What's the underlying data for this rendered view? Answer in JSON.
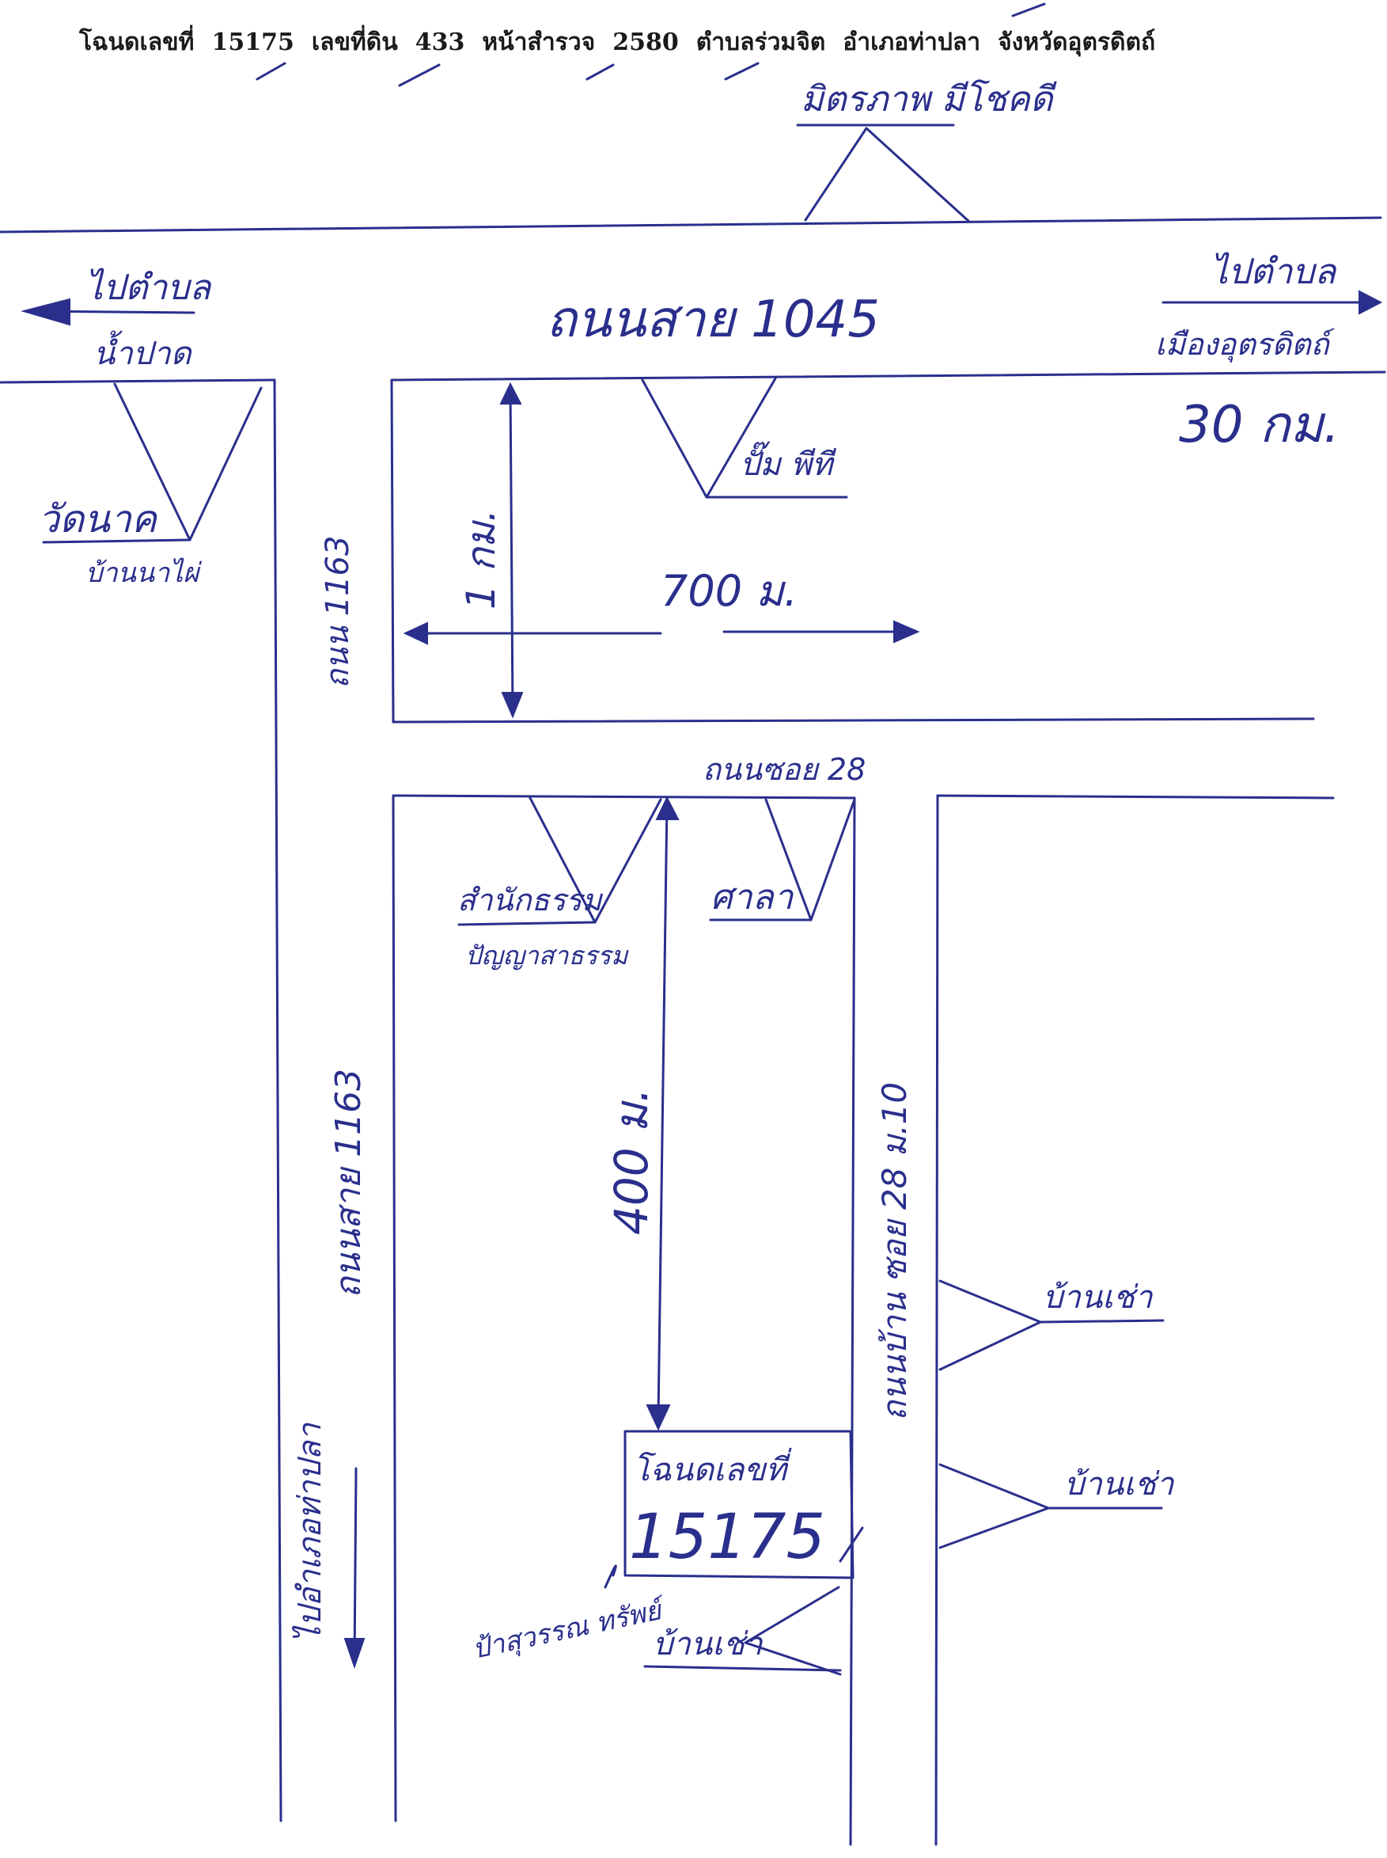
{
  "header": {
    "deed_label": "โฉนดเลขที่",
    "deed_number": "15175",
    "land_no_label": "เลขที่ดิน",
    "land_no": "433",
    "survey_page_label": "หน้าสำรวจ",
    "survey_page": "2580",
    "subdistrict": "ตำบลร่วมจิต",
    "district": "อำเภอท่าปลา",
    "province": "จังหวัดอุตรดิตถ์"
  },
  "labels": {
    "top_landmark": "มิตรภาพ มีโชคดี",
    "to_left": "ไปตำบล",
    "to_left_place": "น้ำปาด",
    "to_right": "ไปตำบล",
    "to_right_place": "เมืองอุตรดิตถ์",
    "right_distance": "30 กม.",
    "main_road": "ถนนสาย 1045",
    "road_vertical_upper": "ถนน 1163",
    "road_vertical_lower": "ถนนสาย 1163",
    "temple": "วัดนาค",
    "temple_sub": "บ้านนาไผ่",
    "landmark_pump": "ปั๊ม พีที",
    "dist_1km": "1 กม.",
    "dist_700m": "700 ม.",
    "soi28": "ถนนซอย 28",
    "dhamma_office": "สำนักธรรม",
    "dhamma_office_sub": "ปัญญาสาธรรม",
    "pavilion": "ศาลา",
    "dist_400m": "400 ม.",
    "lane_right": "ถนนบ้าน ซอย 28 ม.10",
    "house_1": "บ้านเช่า",
    "house_2": "บ้านเช่า",
    "house_3": "บ้านเช่า",
    "deed_box_title": "โฉนดเลขที่",
    "deed_box_number": "15175",
    "owner": "ป้าสุวรรณ ทรัพย์",
    "to_thapla": "ไปอำเภอท่าปลา"
  }
}
